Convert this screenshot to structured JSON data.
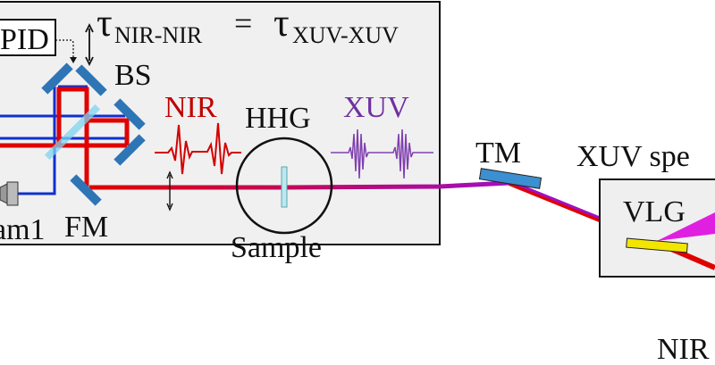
{
  "labels": {
    "pid": "PID",
    "tau": "τ",
    "tau_nir_sub": "NIR-NIR",
    "equals": "=",
    "tau_xuv_sub": "XUV-XUV",
    "bs": "BS",
    "cam": "am1",
    "fm": "FM",
    "nir_pulse": "NIR",
    "hhg": "HHG",
    "xuv_pulse": "XUV",
    "sample": "Sample",
    "tm": "TM",
    "xuv_spec": "XUV spe",
    "vlg": "VLG",
    "nir_bottom": "NIR"
  },
  "colors": {
    "nir": "#d40000",
    "xuv": "#7a2bb8",
    "blue_beam": "#1030d0",
    "mirror": "#2e75b6",
    "grating": "#f2e600",
    "box_fill": "#f0f0f0"
  }
}
